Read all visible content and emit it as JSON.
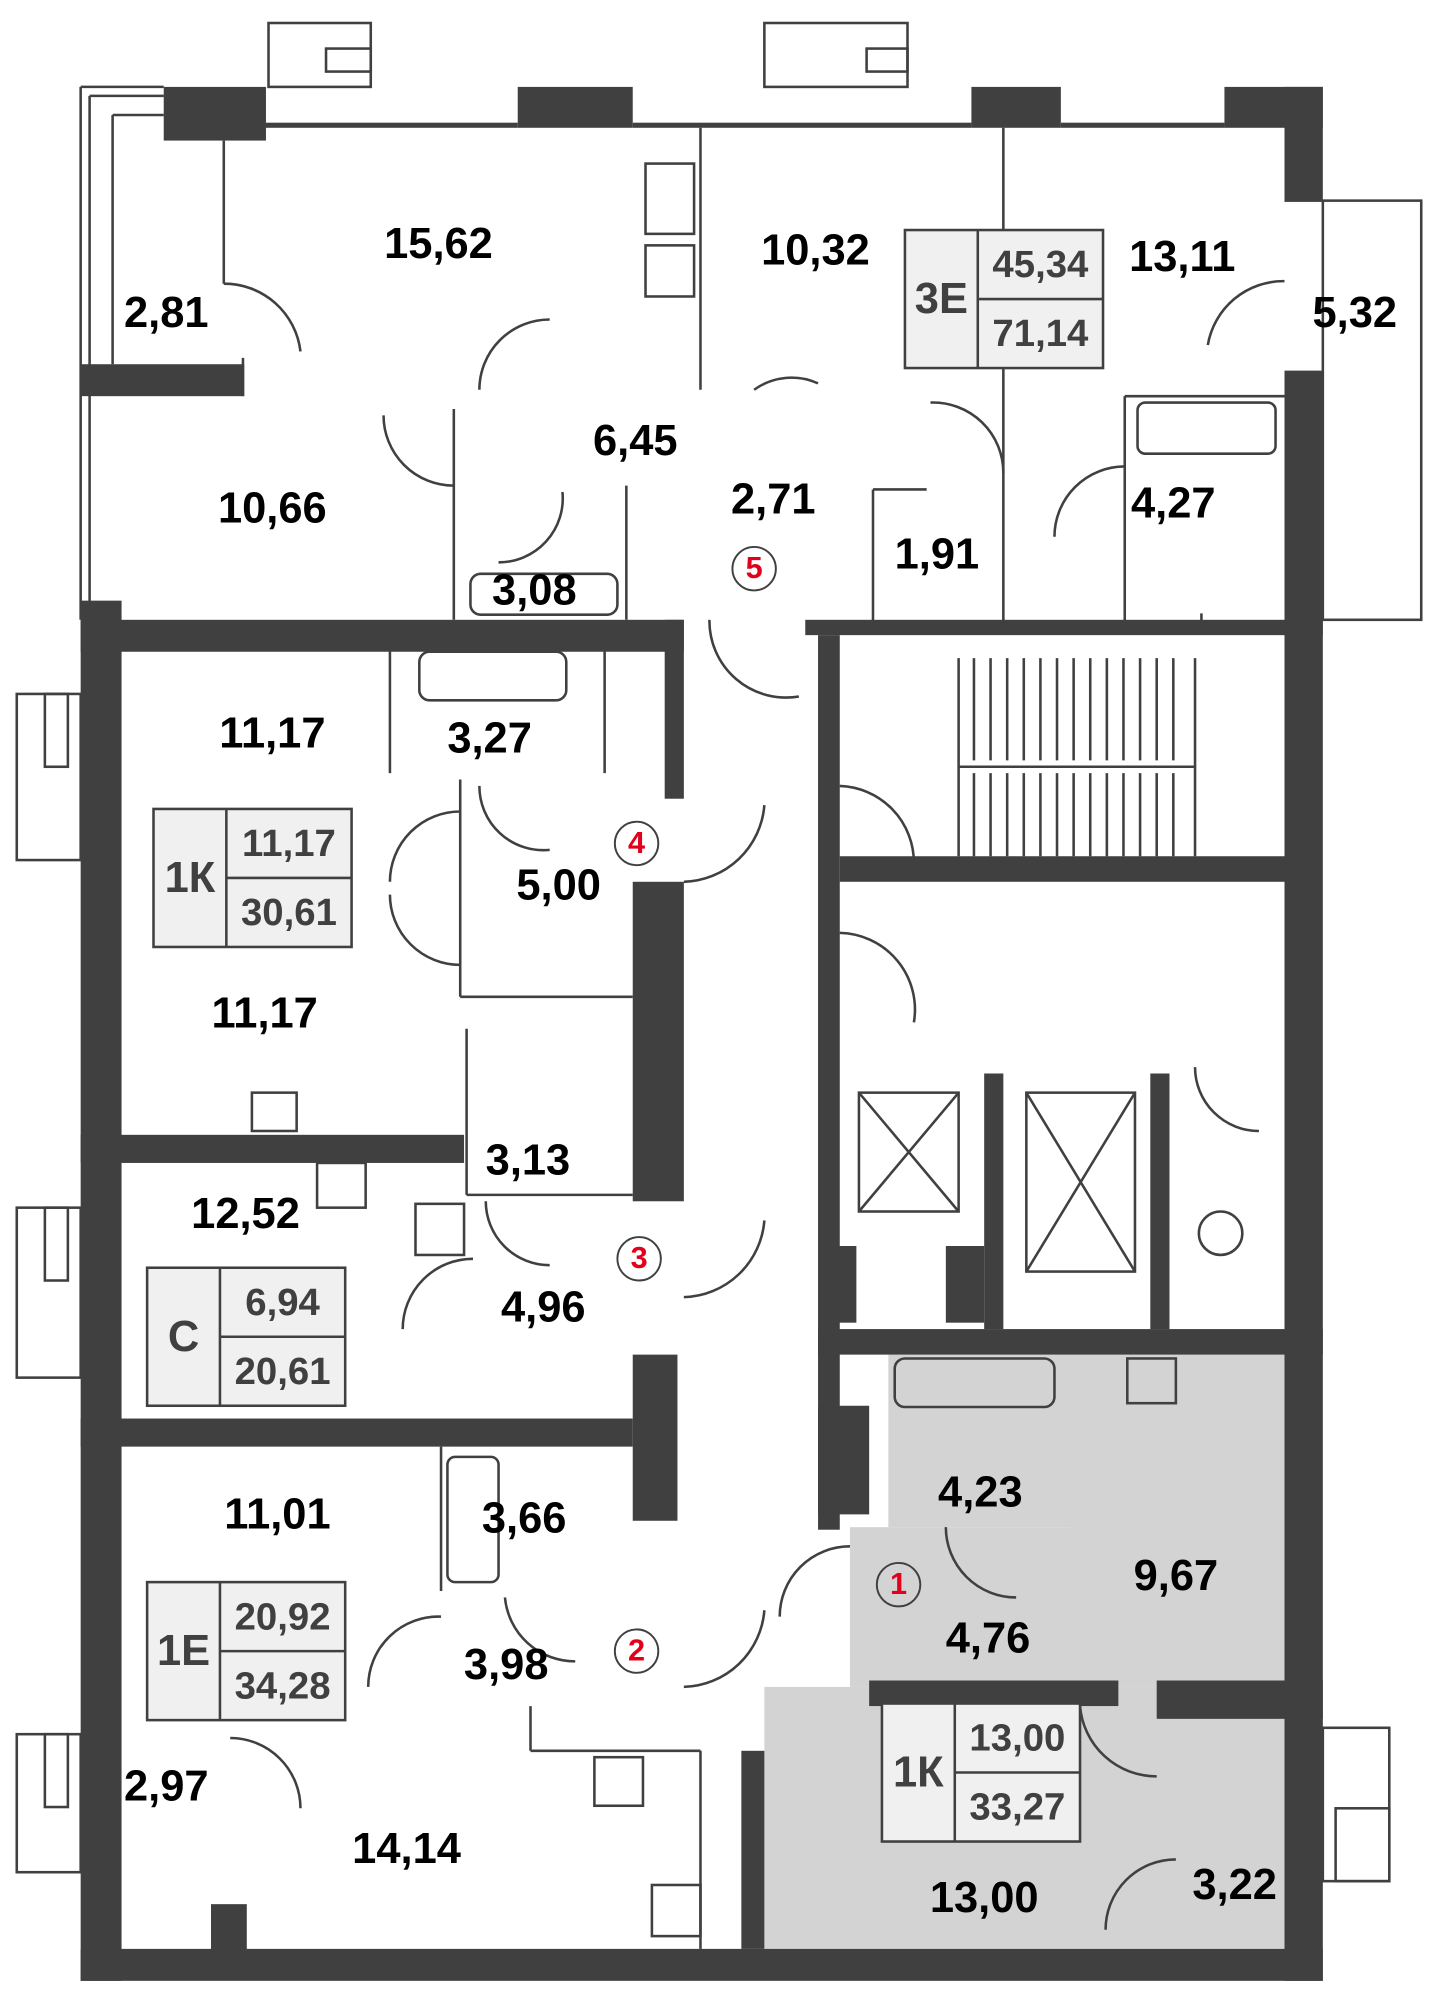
{
  "colors": {
    "wall": "#404040",
    "highlight": "#d3d3d3",
    "badge_bg": "#f0f0f0",
    "badge_text": "#404040",
    "entrance_number": "#e2001a"
  },
  "rooms": [
    {
      "area": "15,62"
    },
    {
      "area": "10,32"
    },
    {
      "area": "13,11"
    },
    {
      "area": "5,32"
    },
    {
      "area": "2,81"
    },
    {
      "area": "6,45"
    },
    {
      "area": "10,66"
    },
    {
      "area": "2,71"
    },
    {
      "area": "1,91"
    },
    {
      "area": "4,27"
    },
    {
      "area": "3,08"
    },
    {
      "area": "11,17"
    },
    {
      "area": "3,27"
    },
    {
      "area": "5,00"
    },
    {
      "area": "11,17"
    },
    {
      "area": "3,13"
    },
    {
      "area": "12,52"
    },
    {
      "area": "4,96"
    },
    {
      "area": "11,01"
    },
    {
      "area": "3,66"
    },
    {
      "area": "3,98"
    },
    {
      "area": "2,97"
    },
    {
      "area": "14,14"
    },
    {
      "area": "4,23"
    },
    {
      "area": "9,67"
    },
    {
      "area": "4,76"
    },
    {
      "area": "13,00"
    },
    {
      "area": "3,22"
    }
  ],
  "apartments": [
    {
      "type": "3Е",
      "living_area": "45,34",
      "total_area": "71,14"
    },
    {
      "type": "1К",
      "living_area": "11,17",
      "total_area": "30,61"
    },
    {
      "type": "С",
      "living_area": "6,94",
      "total_area": "20,61"
    },
    {
      "type": "1Е",
      "living_area": "20,92",
      "total_area": "34,28"
    },
    {
      "type": "1К",
      "living_area": "13,00",
      "total_area": "33,27",
      "highlighted": true
    }
  ],
  "apartment_numbers": [
    "5",
    "4",
    "3",
    "2",
    "1"
  ]
}
